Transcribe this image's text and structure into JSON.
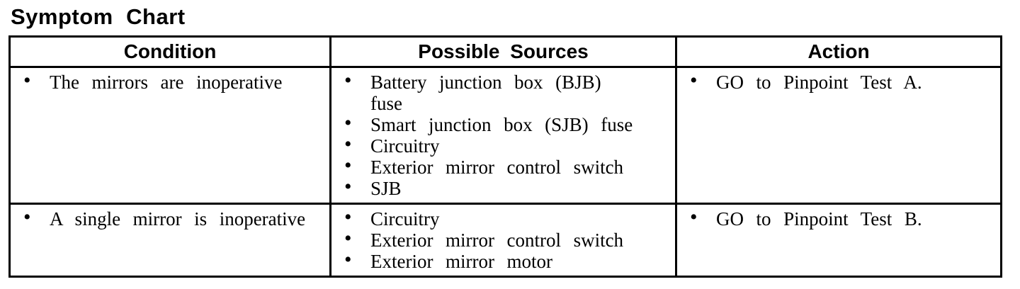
{
  "page": {
    "title": "Symptom Chart"
  },
  "icons": {
    "bullet": "•"
  },
  "table": {
    "headers": [
      "Condition",
      "Possible Sources",
      "Action"
    ],
    "rows": [
      {
        "condition": [
          "The mirrors are inoperative"
        ],
        "sources": [
          "Battery junction box (BJB) fuse",
          "Smart junction box (SJB) fuse",
          "Circuitry",
          "Exterior mirror control switch",
          "SJB"
        ],
        "action": [
          "GO to Pinpoint Test A."
        ]
      },
      {
        "condition": [
          "A single mirror is inoperative"
        ],
        "sources": [
          "Circuitry",
          "Exterior mirror control switch",
          "Exterior mirror motor"
        ],
        "action": [
          "GO to Pinpoint Test B."
        ]
      }
    ]
  }
}
